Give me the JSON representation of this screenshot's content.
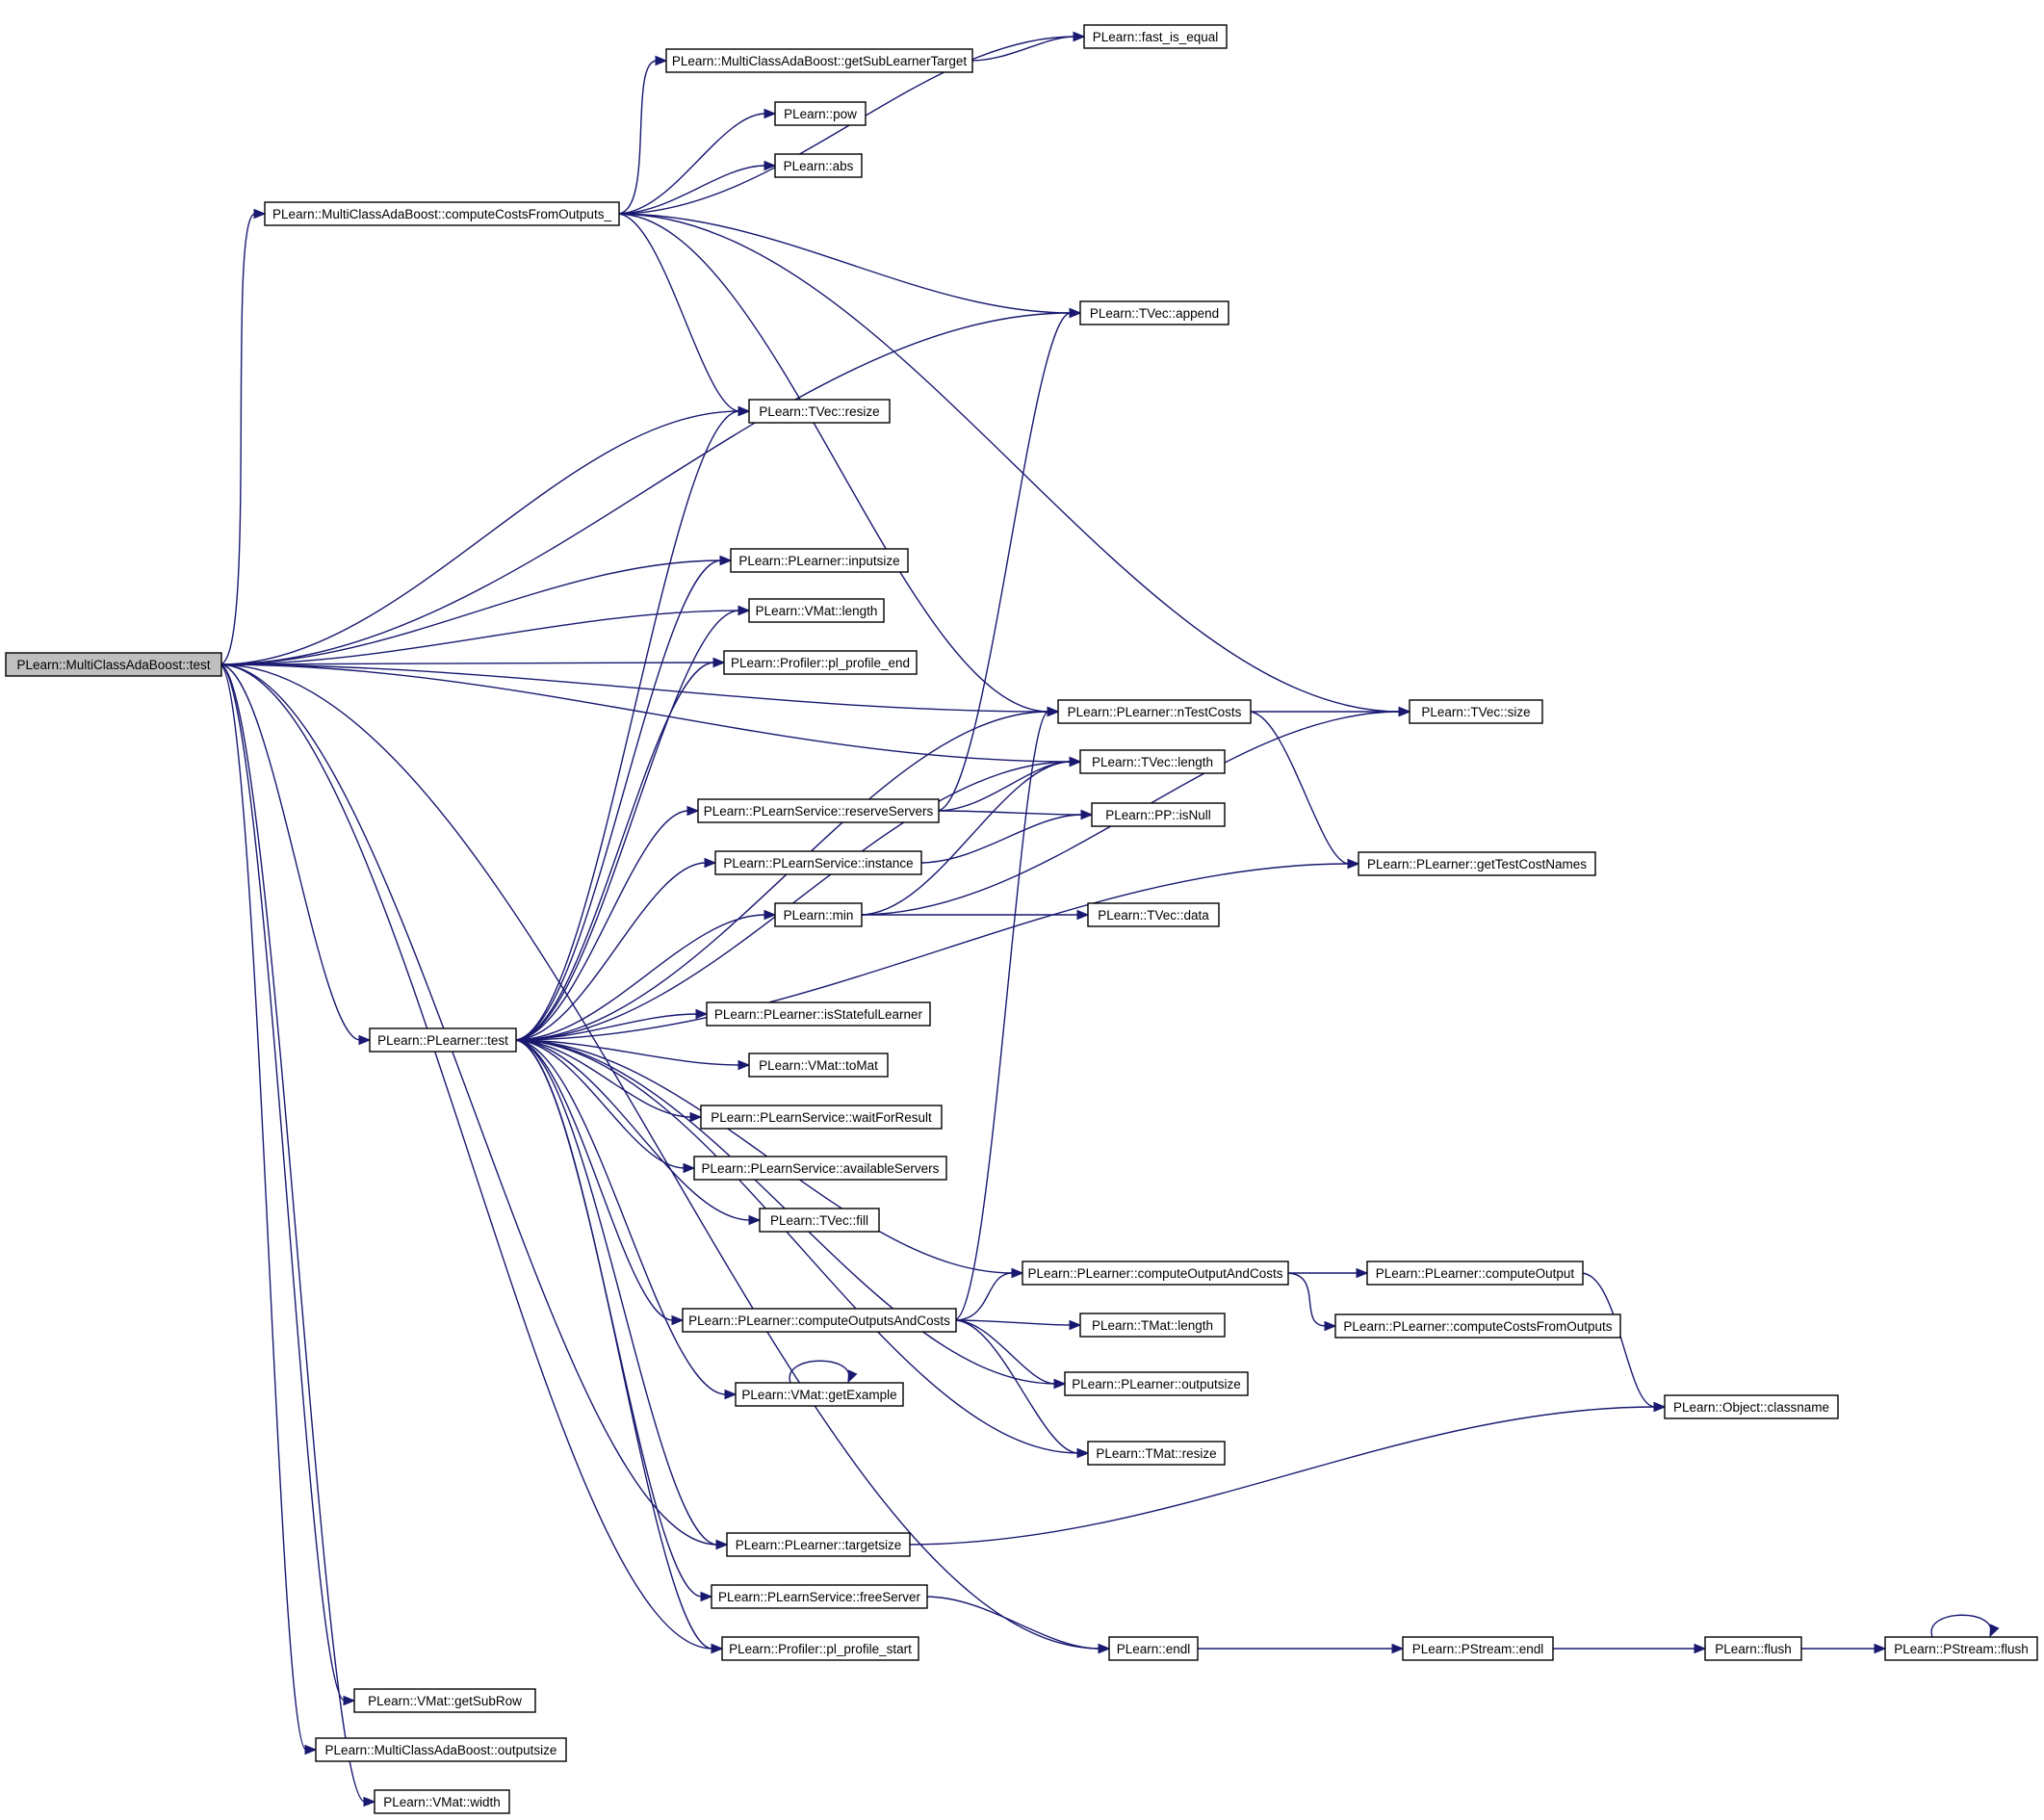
{
  "graph": {
    "root": "mc_test",
    "colors": {
      "edge": "#191970",
      "node_border": "#000000",
      "root_fill": "#bfbfbf",
      "node_fill": "#ffffff"
    },
    "nodes": [
      {
        "id": "mc_test",
        "label": "PLearn::MultiClassAdaBoost::test",
        "root": true
      },
      {
        "id": "mc_ccfo",
        "label": "PLearn::MultiClassAdaBoost::computeCostsFromOutputs_"
      },
      {
        "id": "mc_gslt",
        "label": "PLearn::MultiClassAdaBoost::getSubLearnerTarget"
      },
      {
        "id": "fast_eq",
        "label": "PLearn::fast_is_equal"
      },
      {
        "id": "pow",
        "label": "PLearn::pow"
      },
      {
        "id": "abs",
        "label": "PLearn::abs"
      },
      {
        "id": "tvec_append",
        "label": "PLearn::TVec::append"
      },
      {
        "id": "tvec_resize",
        "label": "PLearn::TVec::resize"
      },
      {
        "id": "pl_inputsize",
        "label": "PLearn::PLearner::inputsize"
      },
      {
        "id": "vmat_length",
        "label": "PLearn::VMat::length"
      },
      {
        "id": "prof_end",
        "label": "PLearn::Profiler::pl_profile_end"
      },
      {
        "id": "pl_ntestcosts",
        "label": "PLearn::PLearner::nTestCosts"
      },
      {
        "id": "tvec_size",
        "label": "PLearn::TVec::size"
      },
      {
        "id": "tvec_length",
        "label": "PLearn::TVec::length"
      },
      {
        "id": "ps_reserve",
        "label": "PLearn::PLearnService::reserveServers"
      },
      {
        "id": "pp_isnull",
        "label": "PLearn::PP::isNull"
      },
      {
        "id": "ps_instance",
        "label": "PLearn::PLearnService::instance"
      },
      {
        "id": "pl_gettcn",
        "label": "PLearn::PLearner::getTestCostNames"
      },
      {
        "id": "min",
        "label": "PLearn::min"
      },
      {
        "id": "tvec_data",
        "label": "PLearn::TVec::data"
      },
      {
        "id": "pl_test",
        "label": "PLearn::PLearner::test"
      },
      {
        "id": "pl_isstateful",
        "label": "PLearn::PLearner::isStatefulLearner"
      },
      {
        "id": "vmat_tomat",
        "label": "PLearn::VMat::toMat"
      },
      {
        "id": "ps_wait",
        "label": "PLearn::PLearnService::waitForResult"
      },
      {
        "id": "ps_avail",
        "label": "PLearn::PLearnService::availableServers"
      },
      {
        "id": "tvec_fill",
        "label": "PLearn::TVec::fill"
      },
      {
        "id": "pl_coac",
        "label": "PLearn::PLearner::computeOutputAndCosts"
      },
      {
        "id": "pl_co",
        "label": "PLearn::PLearner::computeOutput"
      },
      {
        "id": "pl_cosac",
        "label": "PLearn::PLearner::computeOutputsAndCosts"
      },
      {
        "id": "tmat_length",
        "label": "PLearn::TMat::length"
      },
      {
        "id": "pl_ccfo",
        "label": "PLearn::PLearner::computeCostsFromOutputs"
      },
      {
        "id": "vmat_getex",
        "label": "PLearn::VMat::getExample"
      },
      {
        "id": "pl_outputsize",
        "label": "PLearn::PLearner::outputsize"
      },
      {
        "id": "obj_classname",
        "label": "PLearn::Object::classname"
      },
      {
        "id": "tmat_resize",
        "label": "PLearn::TMat::resize"
      },
      {
        "id": "pl_targetsize",
        "label": "PLearn::PLearner::targetsize"
      },
      {
        "id": "ps_free",
        "label": "PLearn::PLearnService::freeServer"
      },
      {
        "id": "endl",
        "label": "PLearn::endl"
      },
      {
        "id": "pstream_endl",
        "label": "PLearn::PStream::endl"
      },
      {
        "id": "flush",
        "label": "PLearn::flush"
      },
      {
        "id": "pstream_flush",
        "label": "PLearn::PStream::flush"
      },
      {
        "id": "prof_start",
        "label": "PLearn::Profiler::pl_profile_start"
      },
      {
        "id": "vmat_getsubrow",
        "label": "PLearn::VMat::getSubRow"
      },
      {
        "id": "mc_outputsize",
        "label": "PLearn::MultiClassAdaBoost::outputsize"
      },
      {
        "id": "vmat_width",
        "label": "PLearn::VMat::width"
      }
    ],
    "edges": [
      [
        "mc_test",
        "mc_ccfo"
      ],
      [
        "mc_test",
        "tvec_append"
      ],
      [
        "mc_test",
        "tvec_resize"
      ],
      [
        "mc_test",
        "pl_ntestcosts"
      ],
      [
        "mc_test",
        "tvec_length"
      ],
      [
        "mc_test",
        "pl_inputsize"
      ],
      [
        "mc_test",
        "vmat_length"
      ],
      [
        "mc_test",
        "prof_end"
      ],
      [
        "mc_test",
        "pl_test"
      ],
      [
        "mc_test",
        "pl_targetsize"
      ],
      [
        "mc_test",
        "prof_start"
      ],
      [
        "mc_test",
        "endl"
      ],
      [
        "mc_test",
        "vmat_getsubrow"
      ],
      [
        "mc_test",
        "mc_outputsize"
      ],
      [
        "mc_test",
        "vmat_width"
      ],
      [
        "mc_ccfo",
        "fast_eq"
      ],
      [
        "mc_ccfo",
        "mc_gslt"
      ],
      [
        "mc_ccfo",
        "pow"
      ],
      [
        "mc_ccfo",
        "abs"
      ],
      [
        "mc_ccfo",
        "tvec_size"
      ],
      [
        "mc_ccfo",
        "tvec_append"
      ],
      [
        "mc_ccfo",
        "pl_ntestcosts"
      ],
      [
        "mc_ccfo",
        "tvec_resize"
      ],
      [
        "mc_gslt",
        "fast_eq"
      ],
      [
        "pl_ntestcosts",
        "tvec_size"
      ],
      [
        "pl_ntestcosts",
        "pl_gettcn"
      ],
      [
        "ps_reserve",
        "tvec_append"
      ],
      [
        "ps_reserve",
        "tvec_length"
      ],
      [
        "ps_reserve",
        "pp_isnull"
      ],
      [
        "ps_instance",
        "pp_isnull"
      ],
      [
        "min",
        "tvec_size"
      ],
      [
        "min",
        "tvec_length"
      ],
      [
        "min",
        "tvec_data"
      ],
      [
        "pl_test",
        "tvec_resize"
      ],
      [
        "pl_test",
        "pl_inputsize"
      ],
      [
        "pl_test",
        "vmat_length"
      ],
      [
        "pl_test",
        "prof_end"
      ],
      [
        "pl_test",
        "pl_ntestcosts"
      ],
      [
        "pl_test",
        "tvec_length"
      ],
      [
        "pl_test",
        "ps_reserve"
      ],
      [
        "pl_test",
        "ps_instance"
      ],
      [
        "pl_test",
        "min"
      ],
      [
        "pl_test",
        "pl_gettcn"
      ],
      [
        "pl_test",
        "pl_isstateful"
      ],
      [
        "pl_test",
        "vmat_tomat"
      ],
      [
        "pl_test",
        "ps_wait"
      ],
      [
        "pl_test",
        "ps_avail"
      ],
      [
        "pl_test",
        "tvec_fill"
      ],
      [
        "pl_test",
        "pl_coac"
      ],
      [
        "pl_test",
        "pl_cosac"
      ],
      [
        "pl_test",
        "vmat_getex"
      ],
      [
        "pl_test",
        "pl_outputsize"
      ],
      [
        "pl_test",
        "tmat_resize"
      ],
      [
        "pl_test",
        "pl_targetsize"
      ],
      [
        "pl_test",
        "ps_free"
      ],
      [
        "pl_test",
        "prof_start"
      ],
      [
        "pl_coac",
        "pl_co"
      ],
      [
        "pl_coac",
        "pl_ccfo"
      ],
      [
        "pl_co",
        "obj_classname"
      ],
      [
        "pl_cosac",
        "pl_ntestcosts"
      ],
      [
        "pl_cosac",
        "pl_coac"
      ],
      [
        "pl_cosac",
        "tmat_length"
      ],
      [
        "pl_cosac",
        "pl_outputsize"
      ],
      [
        "pl_cosac",
        "tmat_resize"
      ],
      [
        "vmat_getex",
        "vmat_getex"
      ],
      [
        "pl_targetsize",
        "obj_classname"
      ],
      [
        "ps_free",
        "endl"
      ],
      [
        "endl",
        "pstream_endl"
      ],
      [
        "pstream_endl",
        "flush"
      ],
      [
        "flush",
        "pstream_flush"
      ],
      [
        "pstream_flush",
        "pstream_flush"
      ]
    ]
  }
}
